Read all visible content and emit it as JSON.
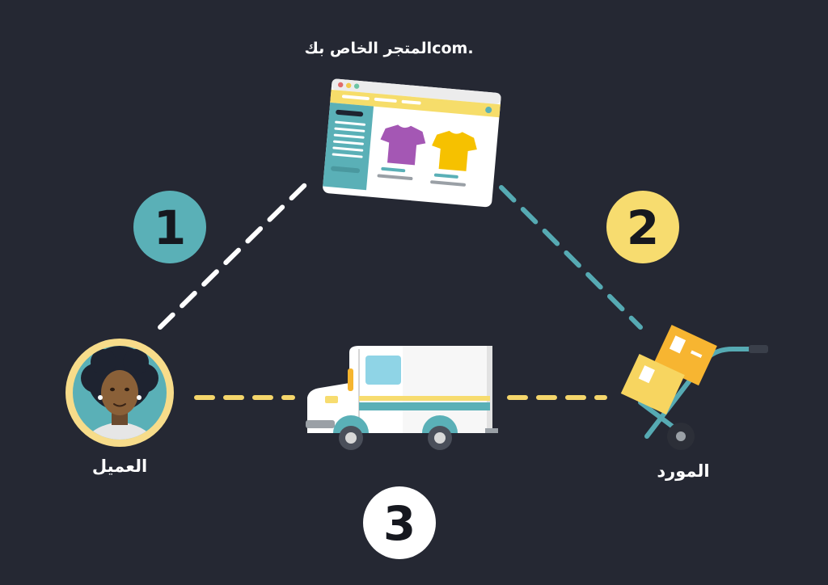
{
  "labels": {
    "store": ".comالمتجر الخاص بك",
    "customer": "العميل",
    "supplier": "المورد"
  },
  "steps": [
    {
      "number": "1",
      "color": "#5ab0b7"
    },
    {
      "number": "2",
      "color": "#f7dc6f"
    },
    {
      "number": "3",
      "color": "#ffffff"
    }
  ],
  "colors": {
    "background": "#252833",
    "connector_1": "#ffffff",
    "connector_2": "#56aab3",
    "connector_3": "#f5d66b",
    "shirt_purple": "#a457b4",
    "shirt_yellow": "#f6c100",
    "box": "#f7b531"
  },
  "icons": {
    "store": "online-store-browser-icon",
    "customer": "customer-avatar-icon",
    "supplier": "hand-truck-boxes-icon",
    "delivery": "delivery-van-icon"
  }
}
